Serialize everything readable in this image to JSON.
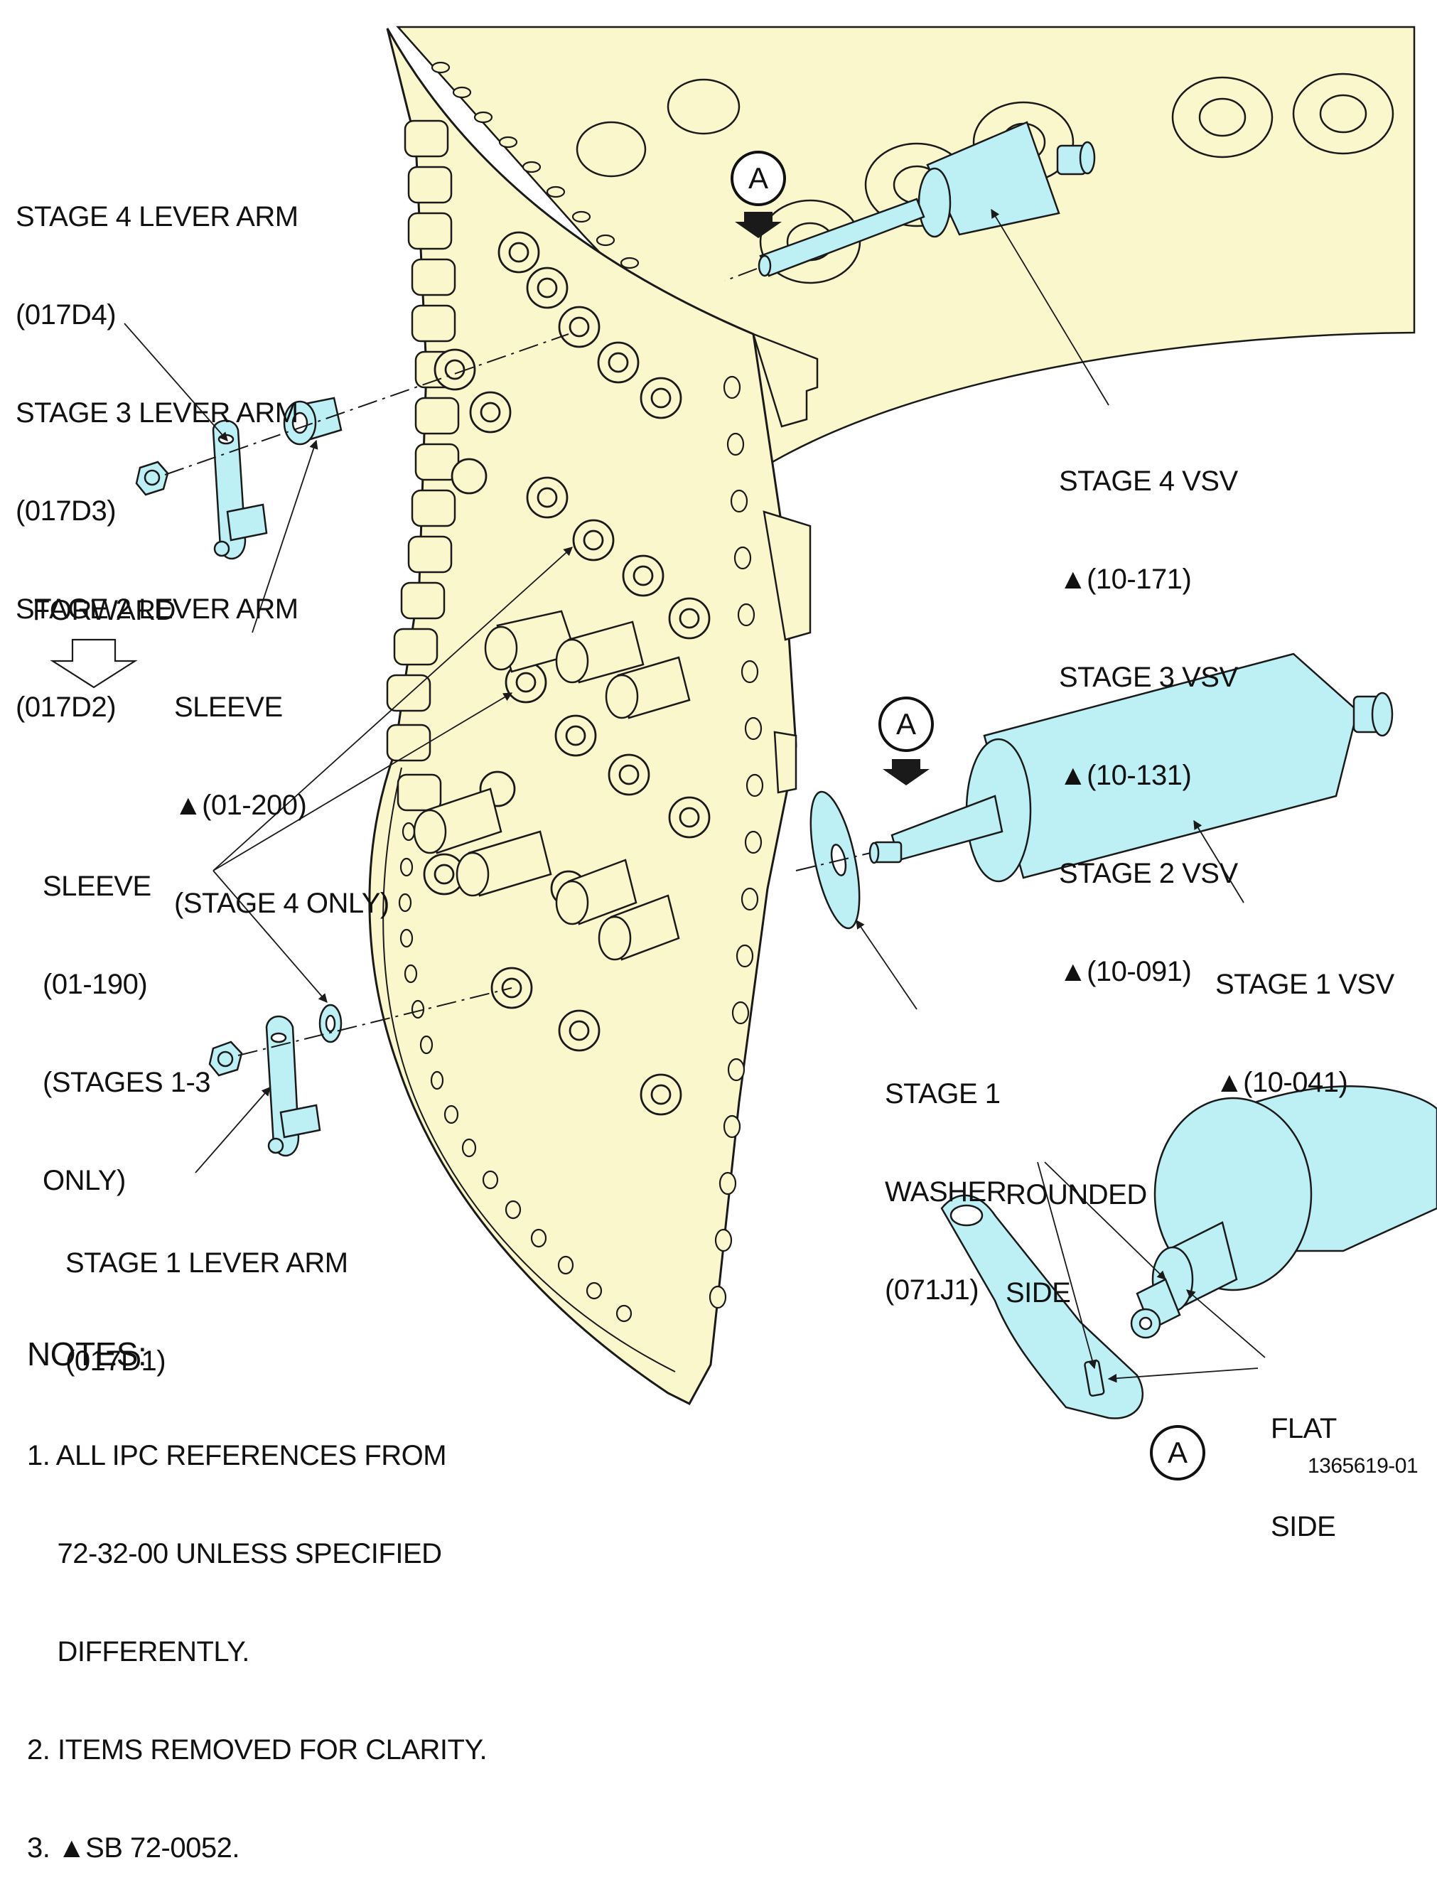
{
  "colors": {
    "housing": "#fbf7cc",
    "vsv": "#bdf0f5",
    "line": "#1a1a1a"
  },
  "labels": {
    "lever_arms": [
      "STAGE 4 LEVER ARM",
      "(017D4)",
      "STAGE 3 LEVER ARM",
      "(017D3)",
      "STAGE 2 LEVER ARM",
      "(017D2)"
    ],
    "forward": "FORWARD",
    "sleeve_200": [
      "SLEEVE",
      "▲(01-200)",
      "(STAGE 4 ONLY)"
    ],
    "sleeve_190": [
      "SLEEVE",
      "(01-190)",
      "(STAGES 1-3",
      "ONLY)"
    ],
    "stage1_lever": [
      "STAGE 1 LEVER ARM",
      "(017D1)"
    ],
    "vsv_234": [
      "STAGE 4 VSV",
      "▲(10-171)",
      "STAGE 3 VSV",
      "▲(10-131)",
      "STAGE 2 VSV",
      "▲(10-091)"
    ],
    "stage1_vsv": [
      "STAGE 1 VSV",
      "▲(10-041)"
    ],
    "stage1_washer": [
      "STAGE 1",
      "WASHER",
      "(071J1)"
    ],
    "rounded_side": [
      "ROUNDED",
      "SIDE"
    ],
    "flat_side": [
      "FLAT",
      "SIDE"
    ],
    "view_marker": "A",
    "figure_number": "1365619-01"
  },
  "notes": {
    "heading": "NOTES:",
    "items": [
      "1. ALL IPC REFERENCES FROM",
      "    72-32-00 UNLESS SPECIFIED",
      "    DIFFERENTLY.",
      "2. ITEMS REMOVED FOR CLARITY.",
      "3. ▲SB 72-0052."
    ]
  }
}
